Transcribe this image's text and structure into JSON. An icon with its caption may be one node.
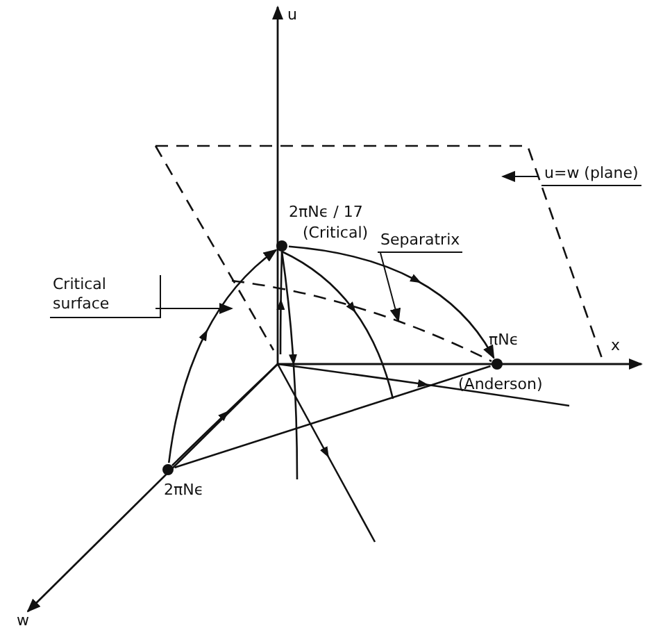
{
  "diagram": {
    "nodes": [
      {
        "text": [],
        "shape": "circle",
        "beside": [
          "2πNϵ / 17",
          "(Critical)"
        ]
      },
      {
        "text": [],
        "shape": "circle",
        "beside": [
          "πNϵ",
          "(Anderson)"
        ]
      },
      {
        "text": [],
        "shape": "circle",
        "beside": [
          "2πNϵ"
        ]
      },
      {
        "text": [
          "u=w (plane)"
        ]
      },
      {
        "text": [
          "Separatrix"
        ]
      },
      {
        "text": [
          "Critical surface"
        ]
      }
    ],
    "edges": [
      {
        "from": 2,
        "to": 0,
        "arrow": "to"
      },
      {
        "from": 0,
        "to": 1,
        "arrow": "to"
      },
      {
        "from": 2,
        "to": 1,
        "arrow": "none"
      },
      {
        "from": 3,
        "to": null,
        "arrow": "to"
      },
      {
        "from": 4,
        "to": null,
        "arrow": "to"
      },
      {
        "from": 5,
        "to": null,
        "arrow": "to"
      }
    ],
    "labels": [
      "u",
      "x",
      "w"
    ]
  }
}
